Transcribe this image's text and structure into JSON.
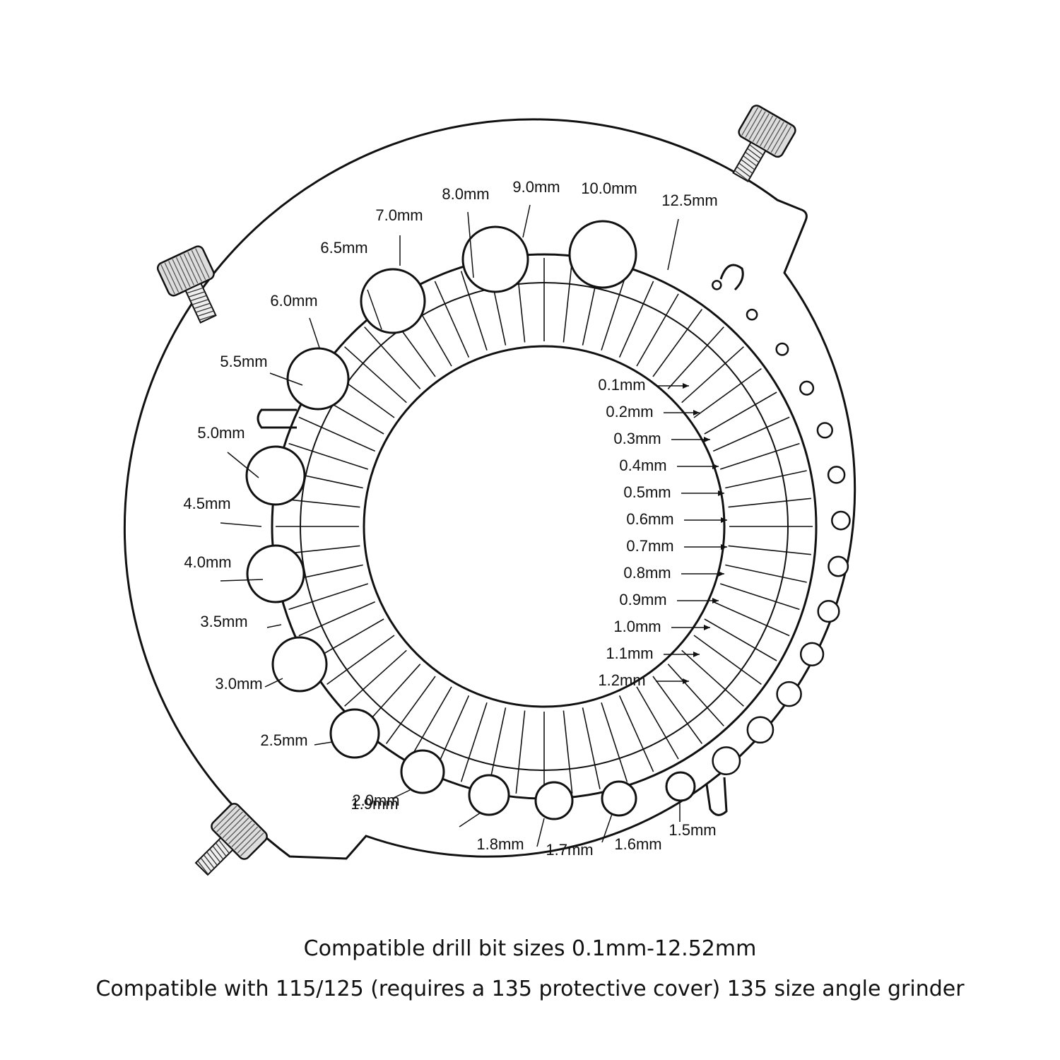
{
  "colors": {
    "line": "#111111",
    "background": "#ffffff"
  },
  "captions": {
    "line1": "Compatible drill bit sizes 0.1mm-12.52mm",
    "line2": "Compatible with 115/125 (requires a 135 protective cover) 135 size angle grinder"
  },
  "large_sizes": [
    "1.5mm",
    "1.6mm",
    "1.7mm",
    "1.8mm",
    "1.9mm",
    "2.0mm",
    "2.5mm",
    "3.0mm",
    "3.5mm",
    "4.0mm",
    "4.5mm",
    "5.0mm",
    "5.5mm",
    "6.0mm",
    "6.5mm",
    "7.0mm",
    "8.0mm",
    "9.0mm",
    "10.0mm",
    "12.5mm"
  ],
  "small_sizes": [
    "0.1mm",
    "0.2mm",
    "0.3mm",
    "0.4mm",
    "0.5mm",
    "0.6mm",
    "0.7mm",
    "0.8mm",
    "0.9mm",
    "1.0mm",
    "1.1mm",
    "1.2mm"
  ],
  "icons": [
    "thumb-screw-icon",
    "thumb-screw-icon",
    "thumb-screw-icon"
  ]
}
